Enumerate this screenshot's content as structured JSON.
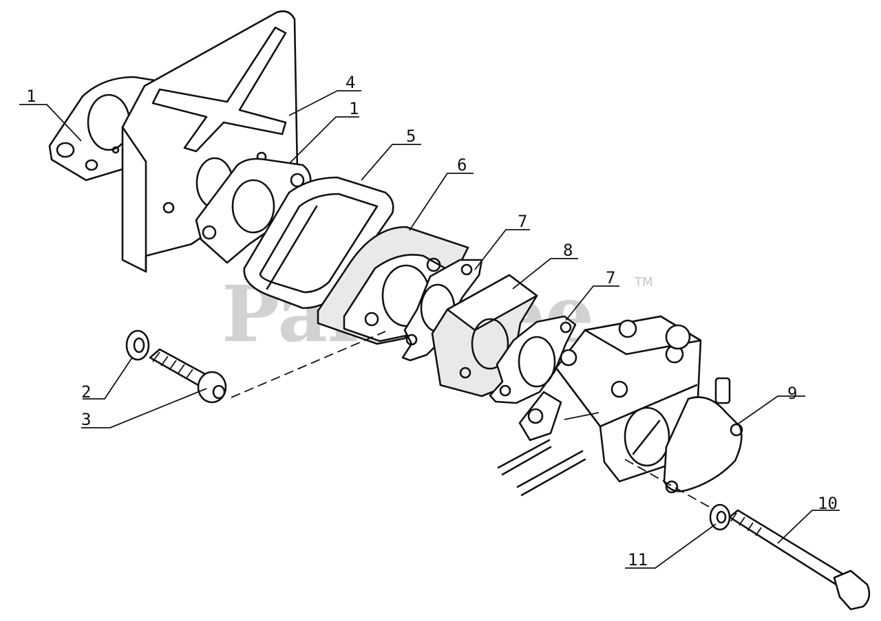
{
  "diagram": {
    "watermark": {
      "text": "PartTree",
      "trademark": "TM"
    },
    "callouts": [
      {
        "id": "1-left",
        "label": "1"
      },
      {
        "id": "4",
        "label": "4"
      },
      {
        "id": "1-right",
        "label": "1"
      },
      {
        "id": "5",
        "label": "5"
      },
      {
        "id": "6",
        "label": "6"
      },
      {
        "id": "7-upper",
        "label": "7"
      },
      {
        "id": "8",
        "label": "8"
      },
      {
        "id": "7-lower",
        "label": "7"
      },
      {
        "id": "9",
        "label": "9"
      },
      {
        "id": "2",
        "label": "2"
      },
      {
        "id": "3",
        "label": "3"
      },
      {
        "id": "10",
        "label": "10"
      },
      {
        "id": "11",
        "label": "11"
      }
    ],
    "parts": [
      {
        "callout": "1",
        "name": "gasket"
      },
      {
        "callout": "2",
        "name": "washer"
      },
      {
        "callout": "3",
        "name": "screw"
      },
      {
        "callout": "4",
        "name": "bracket-plate"
      },
      {
        "callout": "5",
        "name": "insulator-ring"
      },
      {
        "callout": "6",
        "name": "intake-adapter"
      },
      {
        "callout": "7",
        "name": "gasket"
      },
      {
        "callout": "8",
        "name": "spacer-block"
      },
      {
        "callout": "9",
        "name": "carburetor"
      },
      {
        "callout": "10",
        "name": "long-bolt"
      },
      {
        "callout": "11",
        "name": "lock-washer"
      }
    ]
  }
}
